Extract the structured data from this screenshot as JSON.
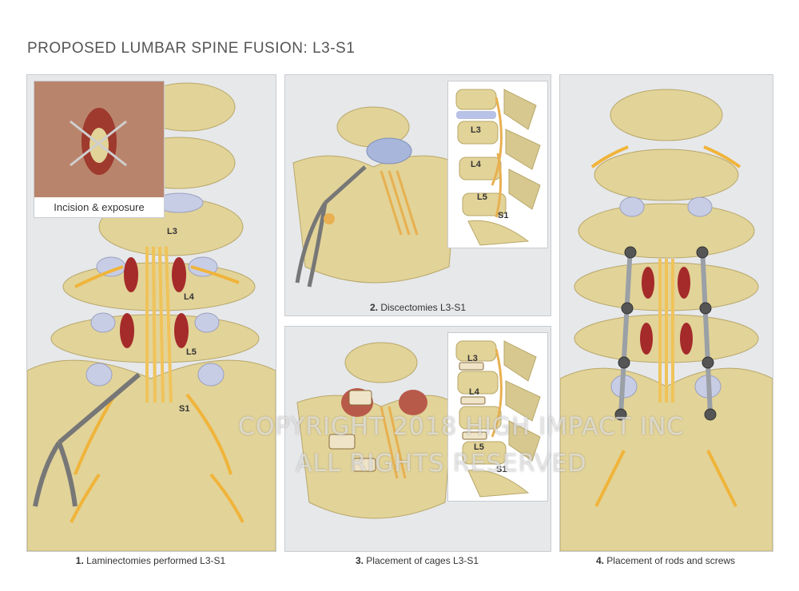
{
  "title": "PROPOSED LUMBAR SPINE FUSION: L3-S1",
  "panels": [
    {
      "num": "1.",
      "caption": "Laminectomies performed L3-S1",
      "labels": [
        "L3",
        "L4",
        "L5",
        "S1"
      ],
      "inset_caption": "Incision & exposure"
    },
    {
      "num": "2.",
      "caption": "Discectomies L3-S1",
      "labels": [
        "L3",
        "L4",
        "L5",
        "S1"
      ]
    },
    {
      "num": "3.",
      "caption": "Placement of cages L3-S1",
      "labels": [
        "L3",
        "L4",
        "L5",
        "S1"
      ]
    },
    {
      "num": "4.",
      "caption": "Placement of rods and screws"
    }
  ],
  "watermark": {
    "line1": "COPYRIGHT 2018 HIGH IMPACT INC",
    "line2": "ALL RIGHTS RESERVED"
  },
  "colors": {
    "bone": "#e4d49a",
    "nerve": "#f0b43a",
    "disc": "#c8cde6",
    "ligament": "#a52a2a",
    "panel_bg": "#e6e8ea"
  }
}
